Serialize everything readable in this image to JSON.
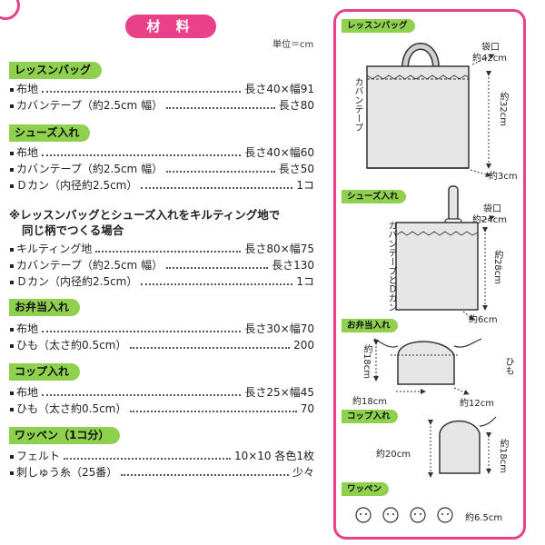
{
  "header": {
    "title": "材 料",
    "unit": "単位＝cm"
  },
  "sections": {
    "lesson_bag": {
      "title": "レッスンバッグ",
      "items": [
        {
          "name": "布地",
          "value": "長さ40×幅91"
        },
        {
          "name": "カバンテープ（約2.5cm 幅）",
          "value": "長さ80"
        }
      ]
    },
    "shoes": {
      "title": "シューズ入れ",
      "items": [
        {
          "name": "布地",
          "value": "長さ40×幅60"
        },
        {
          "name": "カバンテープ（約2.5cm 幅）",
          "value": "長さ50"
        },
        {
          "name": "Ｄカン（内径約2.5cm）",
          "value": "1コ"
        }
      ]
    },
    "quilting": {
      "note_line1": "※レッスンバッグとシューズ入れをキルティング地で",
      "note_line2": "同じ柄でつくる場合",
      "items": [
        {
          "name": "キルティング地",
          "value": "長さ80×幅75"
        },
        {
          "name": "カバンテープ（約2.5cm 幅）",
          "value": "長さ130"
        },
        {
          "name": "Ｄカン（内径約2.5cm）",
          "value": "1コ"
        }
      ]
    },
    "bento": {
      "title": "お弁当入れ",
      "items": [
        {
          "name": "布地",
          "value": "長さ30×幅70"
        },
        {
          "name": "ひも（太さ約0.5cm）",
          "value": "200"
        }
      ]
    },
    "cup": {
      "title": "コップ入れ",
      "items": [
        {
          "name": "布地",
          "value": "長さ25×幅45"
        },
        {
          "name": "ひも（太さ約0.5cm）",
          "value": "70"
        }
      ]
    },
    "patch": {
      "title": "ワッペン（1コ分）",
      "items": [
        {
          "name": "フェルト",
          "value": "10×10 各色1枚"
        },
        {
          "name": "刺しゅう糸（25番）",
          "value": "少々"
        }
      ]
    }
  },
  "panel": {
    "lesson_bag": {
      "label": "レッスンバッグ",
      "opening": "袋口",
      "opening_size": "約42cm",
      "tape": "カバンテープ",
      "height": "約32cm",
      "gusset": "約3cm"
    },
    "shoes": {
      "label": "シューズ入れ",
      "opening": "袋口",
      "opening_size": "約24cm",
      "tape": "カバンテープとＤカン",
      "height": "約28cm",
      "gusset": "約6cm"
    },
    "bento": {
      "label": "お弁当入れ",
      "height": "約18cm",
      "width": "約18cm",
      "depth": "約12cm",
      "cord": "ひも"
    },
    "cup": {
      "label": "コップ入れ",
      "width": "約20cm",
      "height": "約18cm"
    },
    "patch": {
      "label": "ワッペン",
      "size": "約6.5cm"
    }
  },
  "colors": {
    "accent": "#e8418a",
    "section": "#8fd14f"
  }
}
